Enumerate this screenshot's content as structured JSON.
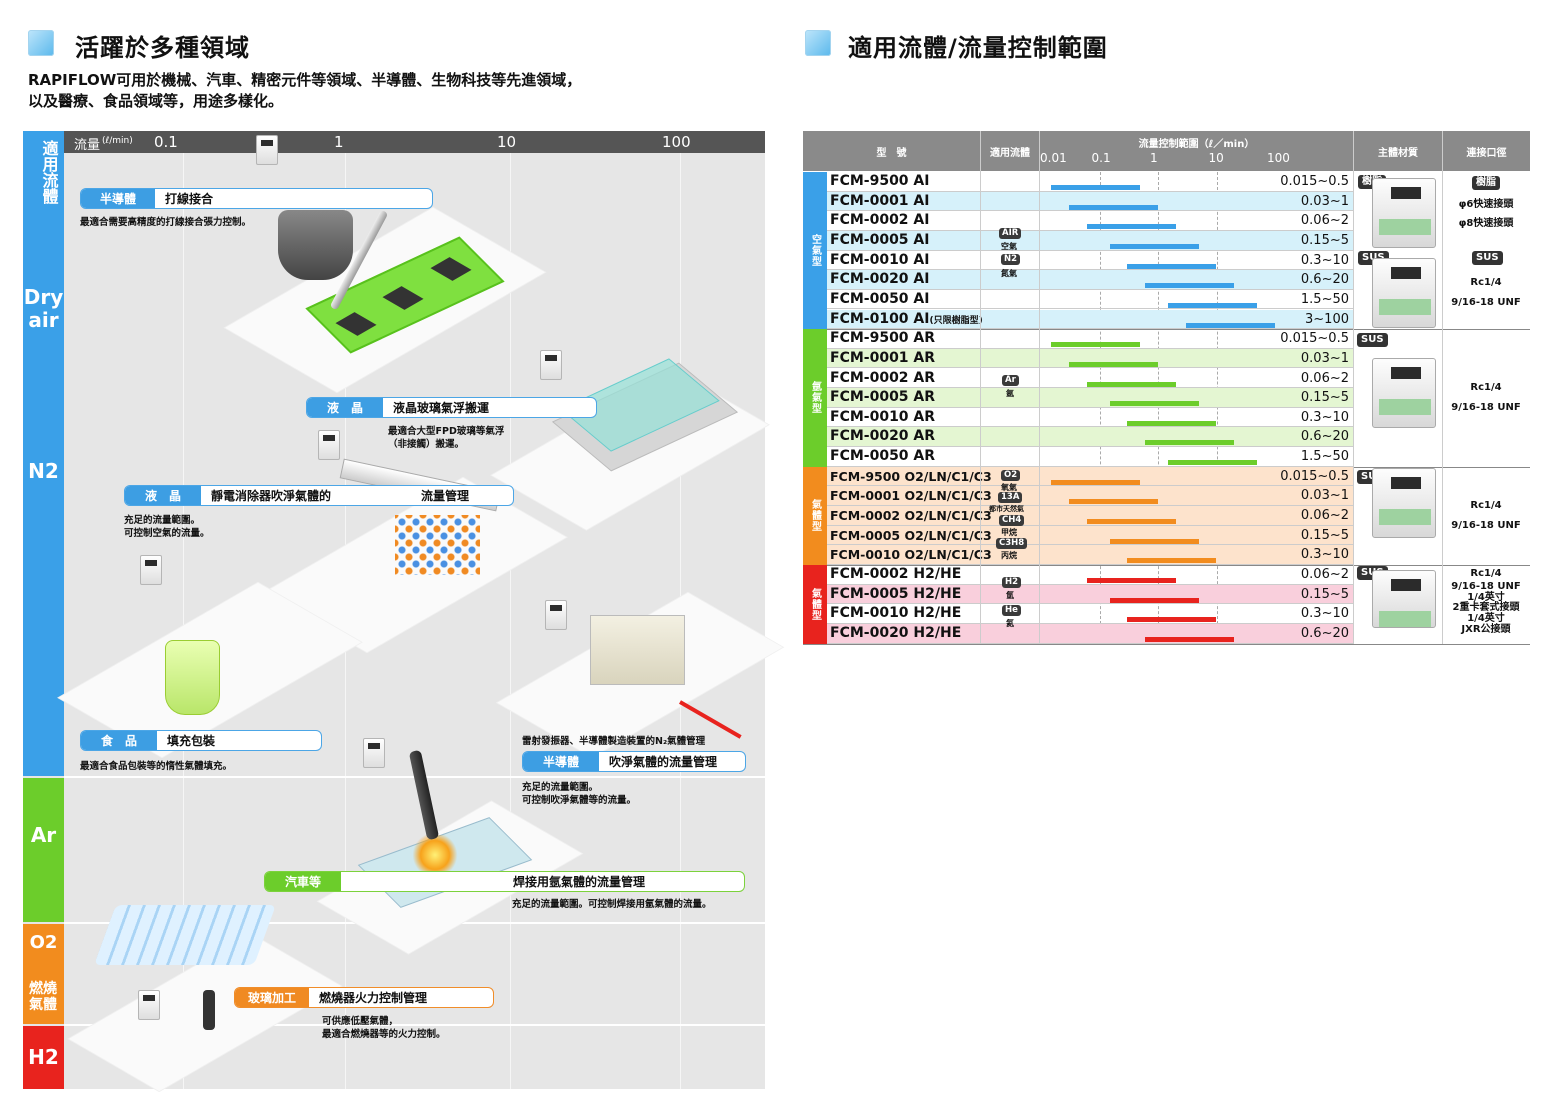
{
  "left": {
    "title": "活躍於多種領域",
    "intro1": "RAPIFLOW可用於機械、汽車、精密元件等領域、半導體、生物科技等先進領域，",
    "intro2": "以及醫療、食品領域等，用途多樣化。",
    "fluid_col": "適用流體",
    "flow_label": "流量",
    "flow_unit": "(ℓ/min)",
    "ticks": [
      "0.1",
      "1",
      "10",
      "100"
    ],
    "bands": [
      {
        "label": "Dry air",
        "color": "#3aa0e8"
      },
      {
        "label": "N2",
        "color": "#3aa0e8"
      },
      {
        "label": "Ar",
        "color": "#6ccd2b"
      },
      {
        "label_a": "O2",
        "label_b": "燃燒氣體",
        "color": "#f28c1e"
      },
      {
        "label": "H2",
        "color": "#e8231e"
      }
    ],
    "apps": [
      {
        "tag": "半導體",
        "label": "打線接合",
        "desc": "最適合需要高精度的打線接合張力控制。"
      },
      {
        "tag": "液　晶",
        "label": "液晶玻璃氣浮搬運",
        "desc1": "最適合大型FPD玻璃等氣浮",
        "desc2": "（非接觸）搬運。"
      },
      {
        "tag": "液　晶",
        "label": "靜電消除器吹淨氣體的",
        "label2": "流量管理",
        "desc1": "充足的流量範圍。",
        "desc2": "可控制空氣的流量。"
      },
      {
        "tag": "食　品",
        "label": "填充包裝",
        "desc": "最適合食品包裝等的惰性氣體填充。"
      },
      {
        "pre": "雷射發振器、半導體製造裝置的N₂氣體管理",
        "tag": "半導體",
        "label": "吹淨氣體的流量管理",
        "desc1": "充足的流量範圍。",
        "desc2": "可控制吹淨氣體等的流量。"
      },
      {
        "tag": "汽車等",
        "label": "焊接用氬氣體的流量管理",
        "desc": "充足的流量範圍。可控制焊接用氬氣體的流量。"
      },
      {
        "tag": "玻璃加工",
        "label": "燃燒器火力控制管理",
        "desc1": "可供應低壓氣體，",
        "desc2": "最適合燃燒器等的火力控制。"
      }
    ]
  },
  "right": {
    "title": "適用流體/流量控制範圍",
    "headers": {
      "model": "型　號",
      "fluid": "適用流體",
      "range": "流量控制範圍（ℓ／min）",
      "material": "主體材質",
      "conn": "連接口徑"
    },
    "range_ticks": [
      "0.01",
      "0.1",
      "1",
      "10",
      "100"
    ],
    "groups": [
      {
        "label": "空氣型",
        "color": "#3aa0e8",
        "bar": "#3aa0e8",
        "shade": "#d6f1fa",
        "rows": [
          {
            "model": "FCM-9500 AI",
            "range": "0.015~0.5",
            "lo": 0.015,
            "hi": 0.5
          },
          {
            "model": "FCM-0001 AI",
            "range": "0.03~1",
            "lo": 0.03,
            "hi": 1
          },
          {
            "model": "FCM-0002 AI",
            "range": "0.06~2",
            "lo": 0.06,
            "hi": 2
          },
          {
            "model": "FCM-0005 AI",
            "range": "0.15~5",
            "lo": 0.15,
            "hi": 5
          },
          {
            "model": "FCM-0010 AI",
            "range": "0.3~10",
            "lo": 0.3,
            "hi": 10
          },
          {
            "model": "FCM-0020 AI",
            "range": "0.6~20",
            "lo": 0.6,
            "hi": 20
          },
          {
            "model": "FCM-0050 AI",
            "range": "1.5~50",
            "lo": 1.5,
            "hi": 50
          },
          {
            "model": "FCM-0100 AI",
            "model_note": "(只限樹脂型)",
            "range": "3~100",
            "lo": 3,
            "hi": 100
          }
        ]
      },
      {
        "label": "氬氣型",
        "color": "#6ccd2b",
        "bar": "#6ccd2b",
        "shade": "#e4f6d2",
        "rows": [
          {
            "model": "FCM-9500 AR",
            "range": "0.015~0.5",
            "lo": 0.015,
            "hi": 0.5
          },
          {
            "model": "FCM-0001 AR",
            "range": "0.03~1",
            "lo": 0.03,
            "hi": 1
          },
          {
            "model": "FCM-0002 AR",
            "range": "0.06~2",
            "lo": 0.06,
            "hi": 2
          },
          {
            "model": "FCM-0005 AR",
            "range": "0.15~5",
            "lo": 0.15,
            "hi": 5
          },
          {
            "model": "FCM-0010 AR",
            "range": "0.3~10",
            "lo": 0.3,
            "hi": 10
          },
          {
            "model": "FCM-0020 AR",
            "range": "0.6~20",
            "lo": 0.6,
            "hi": 20
          },
          {
            "model": "FCM-0050 AR",
            "range": "1.5~50",
            "lo": 1.5,
            "hi": 50
          }
        ]
      },
      {
        "label": "氣體型",
        "color": "#f28c1e",
        "bar": "#f28c1e",
        "shade": "#fde3cc",
        "rows": [
          {
            "model": "FCM-9500 O2/LN/C1/C3",
            "range": "0.015~0.5",
            "lo": 0.015,
            "hi": 0.5
          },
          {
            "model": "FCM-0001 O2/LN/C1/C3",
            "range": "0.03~1",
            "lo": 0.03,
            "hi": 1
          },
          {
            "model": "FCM-0002 O2/LN/C1/C3",
            "range": "0.06~2",
            "lo": 0.06,
            "hi": 2
          },
          {
            "model": "FCM-0005 O2/LN/C1/C3",
            "range": "0.15~5",
            "lo": 0.15,
            "hi": 5
          },
          {
            "model": "FCM-0010 O2/LN/C1/C3",
            "range": "0.3~10",
            "lo": 0.3,
            "hi": 10
          }
        ]
      },
      {
        "label": "氣體型",
        "color": "#e8231e",
        "bar": "#e8231e",
        "shade": "#f9cfdc",
        "rows": [
          {
            "model": "FCM-0002 H2/HE",
            "range": "0.06~2",
            "lo": 0.06,
            "hi": 2
          },
          {
            "model": "FCM-0005 H2/HE",
            "range": "0.15~5",
            "lo": 0.15,
            "hi": 5
          },
          {
            "model": "FCM-0010 H2/HE",
            "range": "0.3~10",
            "lo": 0.3,
            "hi": 10
          },
          {
            "model": "FCM-0020 H2/HE",
            "range": "0.6~20",
            "lo": 0.6,
            "hi": 20
          }
        ]
      }
    ],
    "fluids": {
      "air": {
        "b1": "AIR",
        "t1": "空氣",
        "b2": "N2",
        "t2": "氮氣"
      },
      "ar": {
        "b1": "Ar",
        "t1": "氬"
      },
      "gas": {
        "b1": "O2",
        "t1": "氧氣",
        "b2": "13A",
        "t2": "都市天然氣",
        "b3": "CH4",
        "t3": "甲烷",
        "b4": "C3H8",
        "t4": "丙烷"
      },
      "h2": {
        "b1": "H2",
        "t1": "氫",
        "b2": "He",
        "t2": "氦"
      }
    },
    "materials": {
      "resin": "樹脂",
      "sus": "SUS"
    },
    "conn": {
      "air_resin_1": "φ6快速接頭",
      "air_resin_2": "φ8快速接頭",
      "rc": "Rc1/4",
      "unf": "9/16-18 UNF",
      "h2_1": "Rc1/4",
      "h2_2": "9/16-18 UNF",
      "h2_3": "1/4英寸",
      "h2_4": "2重卡套式接頭",
      "h2_5": "1/4英寸",
      "h2_6": "JXR公接頭"
    }
  }
}
